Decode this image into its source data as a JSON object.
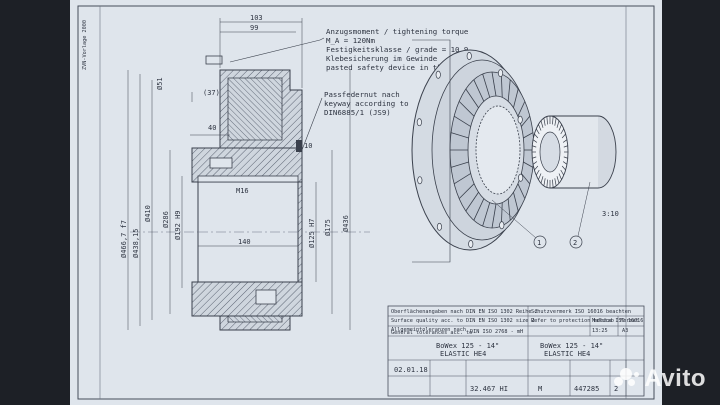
{
  "drawing": {
    "side_label": "ZVN-Vorlage 2000",
    "dims": {
      "d103": "103",
      "d99": "99",
      "d51": "Ø51",
      "d37": "(37)",
      "d40": "40",
      "d10": "10",
      "m16": "M16",
      "d140": "140",
      "d466": "Ø466,7 f7",
      "d438": "Ø438,15",
      "d410": "Ø410",
      "d286": "Ø286",
      "d192": "Ø192 H9",
      "d125": "Ø125 H7",
      "d175": "Ø175",
      "d436": "Ø436",
      "scale_small": "3:10"
    },
    "notes": {
      "torque_1": "Anzugsmoment / tightening torque",
      "torque_2": "M_A = 120Nm",
      "torque_3": "Festigkeitsklasse / grade = 10.9",
      "torque_4": "Klebesicherung im Gewinde",
      "torque_5": "pasted safety device in thread",
      "keyway_1": "Passfedernut nach",
      "keyway_2": "keyway according to",
      "keyway_3": "DIN6885/1 (JS9)"
    },
    "balloons": [
      "1",
      "2"
    ],
    "title_block": {
      "row1": "Oberflächenangaben nach DIN EN ISO 1302 Reihe 2",
      "row2": "Surface quality acc. to DIN EN ISO 1302 size 2",
      "row3": "Allgemeintoleranzen nach",
      "row4": "General tolerances acc. to",
      "row5": "DIN ISO 2768 - mH",
      "prot1": "Schutzvermerk ISO 16016 beachten",
      "prot2": "Refer to protection notice ISO 16016",
      "scale_lbl": "Maßstab",
      "scale_val": "13:25",
      "format_lbl": "Format",
      "format_val": "A3",
      "name_1a": "BoWex 125 - 14\"",
      "name_1b": "ELASTIC HE4",
      "name_2a": "BoWex 125 - 14\"",
      "name_2b": "ELASTIC HE4",
      "date": "02.01.18",
      "code": "32.467 HI",
      "draw_no": "447285",
      "sheet": "2",
      "mark_m": "M"
    }
  },
  "watermark": {
    "text": "Avito"
  }
}
